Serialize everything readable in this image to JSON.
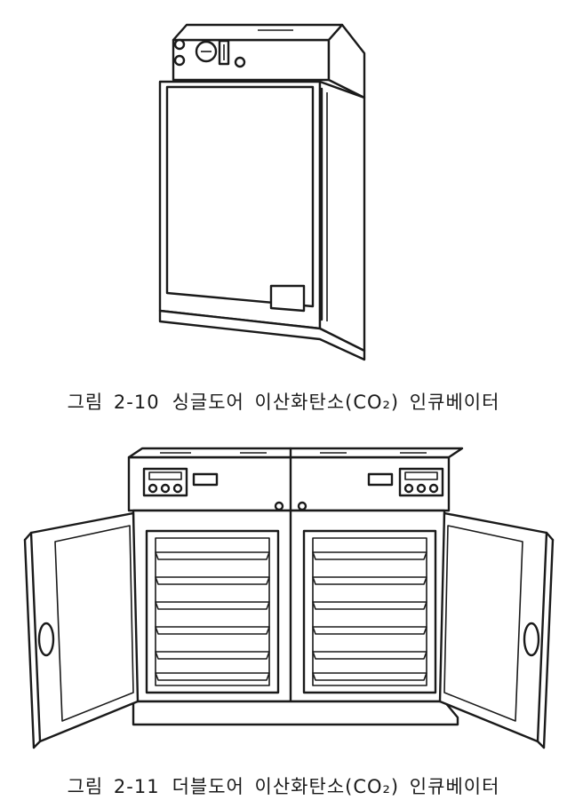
{
  "figures": [
    {
      "label": "그림 2-10",
      "caption": "싱글도어 이산화탄소(CO₂) 인큐베이터"
    },
    {
      "label": "그림 2-11",
      "caption": "더블도어 이산화탄소(CO₂) 인큐베이터"
    }
  ]
}
